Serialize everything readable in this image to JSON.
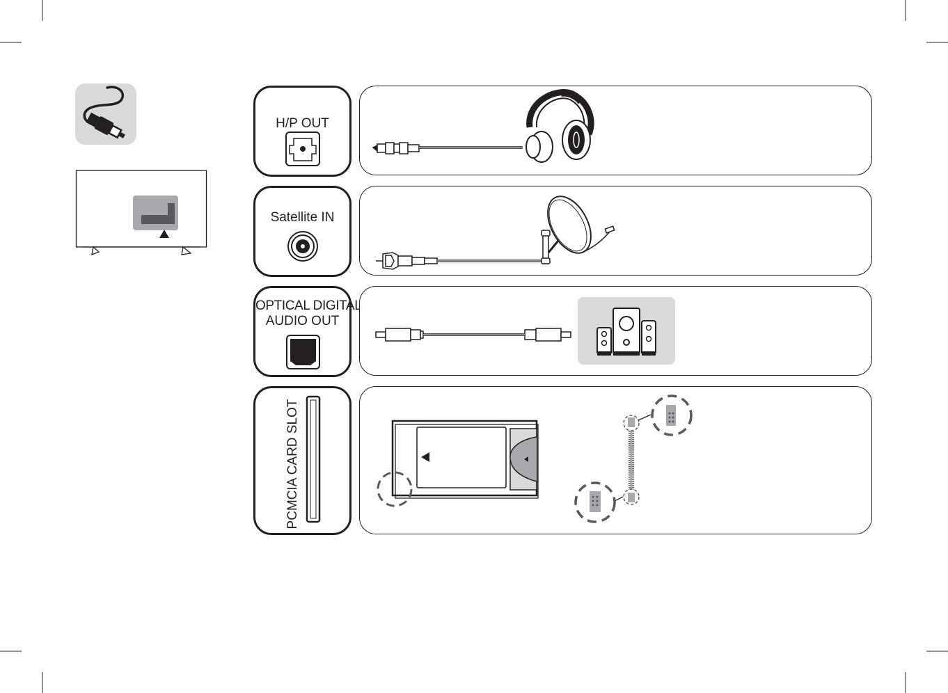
{
  "icons": {
    "cable": "cable-plug-icon",
    "tv": "tv-rear-panel-icon",
    "headphones": "headphones-icon",
    "satellite": "satellite-dish-icon",
    "speakers": "speaker-system-icon",
    "ci_module": "ci-module-card-icon",
    "card_cable": "ci-card-extension-icon"
  },
  "colors": {
    "line": "#231f20",
    "icon_bg": "#d9d9da",
    "panel_fill": "#58595b",
    "detail_gray": "#a7a9ac"
  },
  "ports": [
    {
      "id": "hp-out",
      "label": "H/P OUT"
    },
    {
      "id": "satellite-in",
      "label": "Satellite IN"
    },
    {
      "id": "optical-out",
      "label_line1": "OPTICAL DIGITAL",
      "label_line2": "AUDIO OUT"
    },
    {
      "id": "pcmcia",
      "label": "PCMCIA CARD SLOT"
    }
  ]
}
